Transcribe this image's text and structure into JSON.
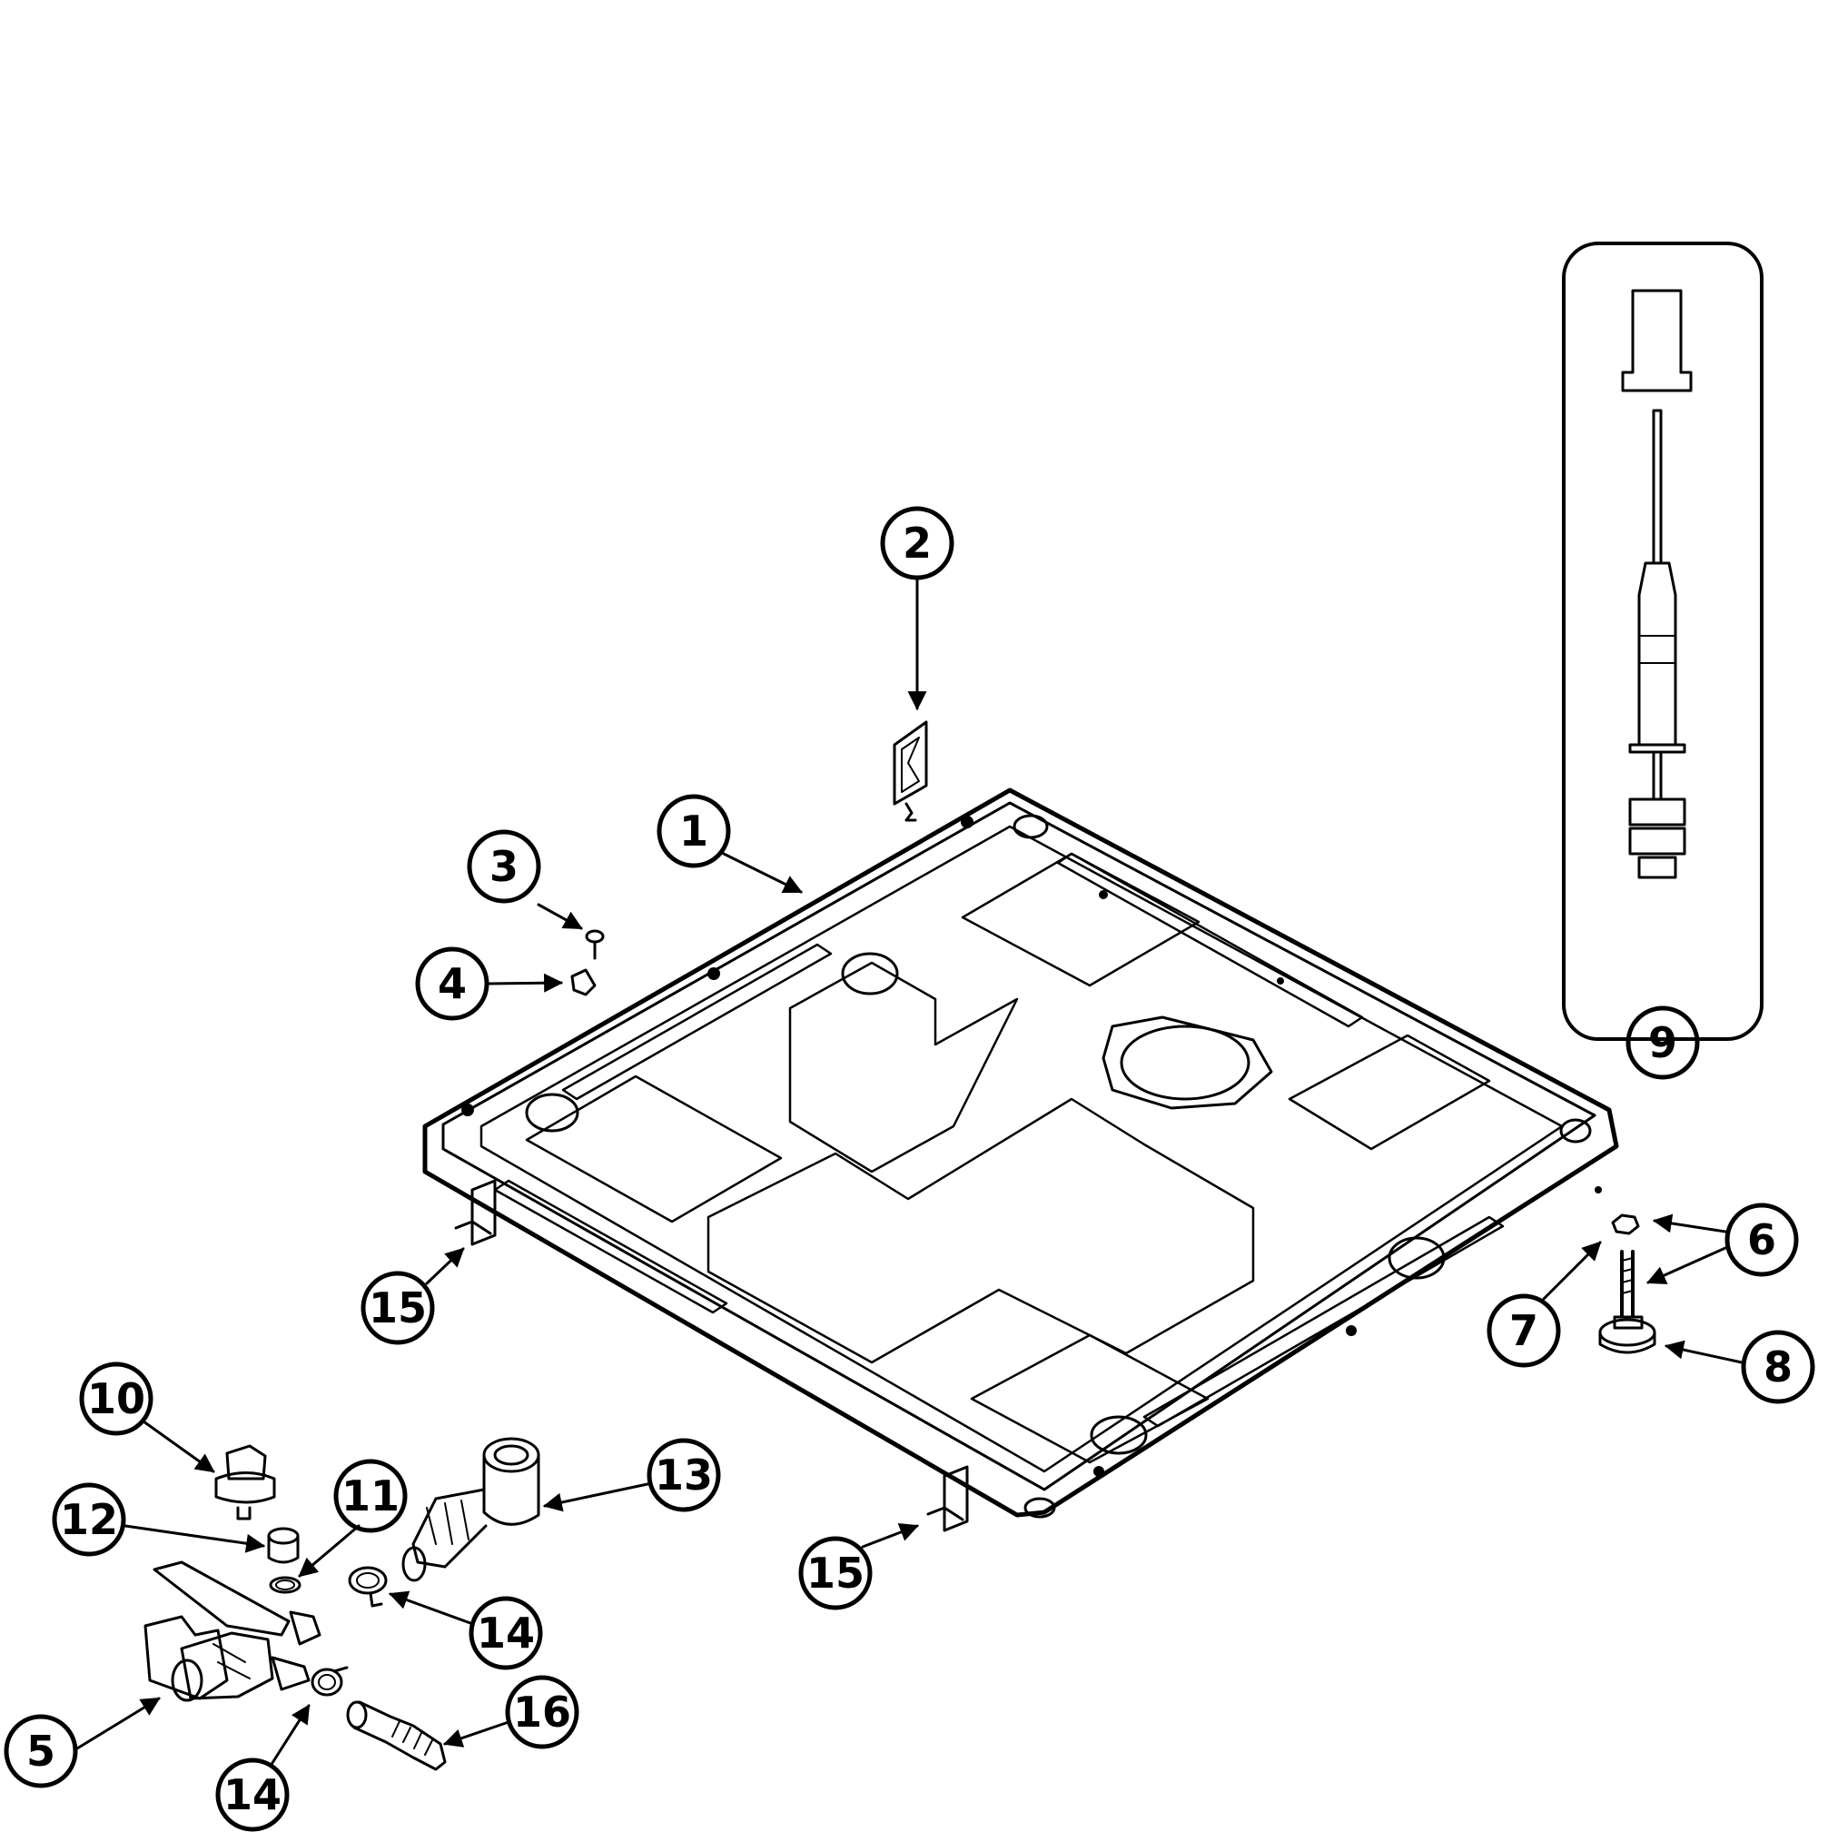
{
  "diagram": {
    "callouts": [
      {
        "id": "c1",
        "label": "1"
      },
      {
        "id": "c2",
        "label": "2"
      },
      {
        "id": "c3",
        "label": "3"
      },
      {
        "id": "c4",
        "label": "4"
      },
      {
        "id": "c5",
        "label": "5"
      },
      {
        "id": "c6",
        "label": "6"
      },
      {
        "id": "c7",
        "label": "7"
      },
      {
        "id": "c8",
        "label": "8"
      },
      {
        "id": "c9",
        "label": "9"
      },
      {
        "id": "c10",
        "label": "10"
      },
      {
        "id": "c11",
        "label": "11"
      },
      {
        "id": "c12",
        "label": "12"
      },
      {
        "id": "c13",
        "label": "13"
      },
      {
        "id": "c14a",
        "label": "14"
      },
      {
        "id": "c14b",
        "label": "14"
      },
      {
        "id": "c15a",
        "label": "15"
      },
      {
        "id": "c15b",
        "label": "15"
      },
      {
        "id": "c16",
        "label": "16"
      }
    ]
  }
}
